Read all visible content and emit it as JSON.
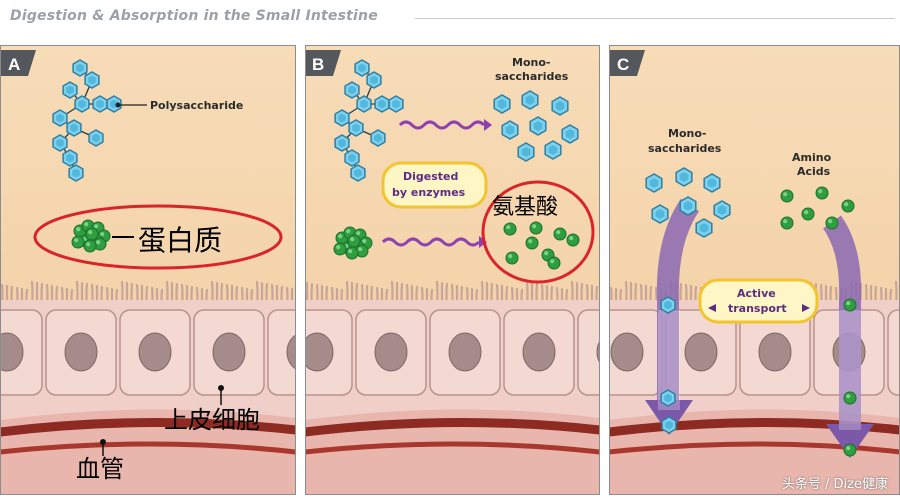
{
  "header": {
    "title": "Digestion & Absorption in the Small Intestine"
  },
  "panels": {
    "a": {
      "letter": "A",
      "polysaccharide_label": "Polysaccharide",
      "protein_label_cn": "蛋白质",
      "epithelium_label_cn": "上皮细胞",
      "vessel_label_cn": "血管"
    },
    "b": {
      "letter": "B",
      "mono_label_1": "Mono-",
      "mono_label_2": "saccharides",
      "enzyme_label_1": "Digested",
      "enzyme_label_2": "by enzymes",
      "amino_label_cn": "氨基酸"
    },
    "c": {
      "letter": "C",
      "mono_label_1": "Mono-",
      "mono_label_2": "saccharides",
      "amino_label_1": "Amino",
      "amino_label_2": "Acids",
      "transport_label_1": "Active",
      "transport_label_2": "transport"
    }
  },
  "watermark": "头条号 / Dize健康",
  "colors": {
    "lumen": "#f4d3aa",
    "microvilli": "#c9a49a",
    "cell": "#f4d8d2",
    "nucleus": "#a58c8a",
    "blood_area": "#f0cfc8",
    "vessel": "#8d2a22",
    "hexagon": "#4fb8dc",
    "amino": "#2e9e3f",
    "arrow": "#8a68b3",
    "highlight_circle": "#d9252a",
    "callout_bg": "#fff6c6",
    "callout_border": "#f2c430"
  },
  "icons": {
    "monosaccharide": "hexagon-icon",
    "amino_acid": "green-dot-icon",
    "enzyme_arrow": "wavy-arrow-icon"
  }
}
